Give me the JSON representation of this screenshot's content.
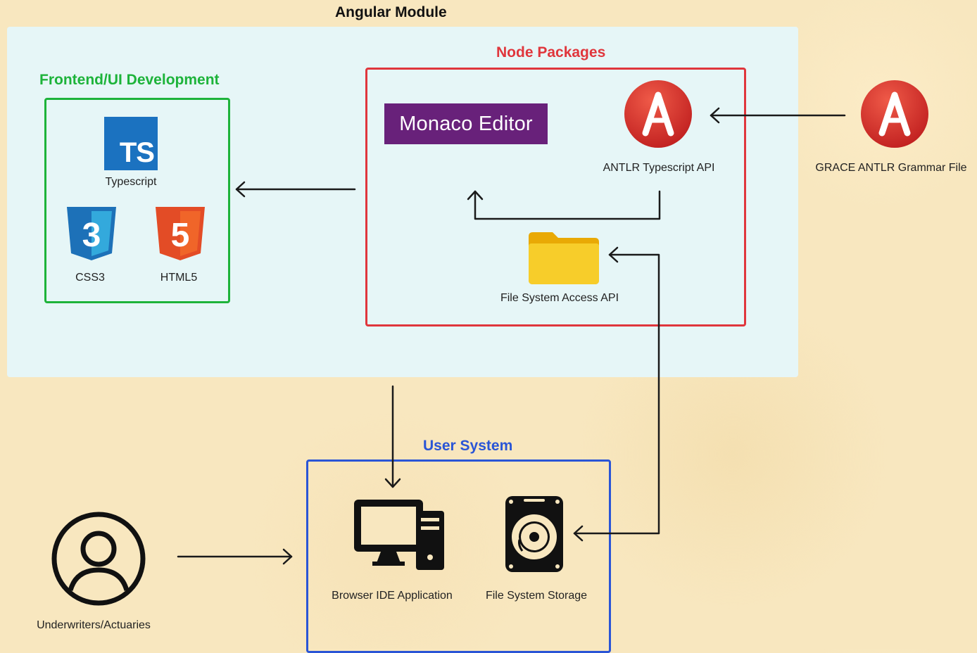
{
  "colors": {
    "module_background": "#e6f6f7",
    "frontend_green": "#1db33a",
    "node_red": "#e0363c",
    "user_blue": "#2a55d6",
    "monaco_purple": "#68217a",
    "ts_blue": "#1b72c0",
    "css_blue": "#1d71b8",
    "html_orange": "#e55125",
    "antlr_red": "#d62c2a",
    "folder_yellow": "#f5c518"
  },
  "angular_module": {
    "title": "Angular Module"
  },
  "frontend": {
    "title": "Frontend/UI Development",
    "typescript": {
      "badge": "TS",
      "label": "Typescript",
      "icon": "typescript-icon"
    },
    "css3": {
      "badge": "3",
      "label": "CSS3",
      "icon": "css3-icon"
    },
    "html5": {
      "badge": "5",
      "label": "HTML5",
      "icon": "html5-icon"
    }
  },
  "node_packages": {
    "title": "Node Packages",
    "monaco": {
      "text": "Monaco Editor"
    },
    "antlr_api": {
      "label": "ANTLR Typescript API",
      "icon": "antlr-icon"
    },
    "fs_api": {
      "label": "File System Access API",
      "icon": "folder-icon"
    }
  },
  "grace": {
    "label": "GRACE ANTLR Grammar File",
    "icon": "antlr-icon"
  },
  "user_system": {
    "title": "User System",
    "browser_ide": {
      "label": "Browser IDE Application",
      "icon": "desktop-computer-icon"
    },
    "fs_storage": {
      "label": "File System Storage",
      "icon": "hard-drive-icon"
    }
  },
  "users": {
    "label": "Underwriters/Actuaries",
    "icon": "user-avatar-icon"
  }
}
